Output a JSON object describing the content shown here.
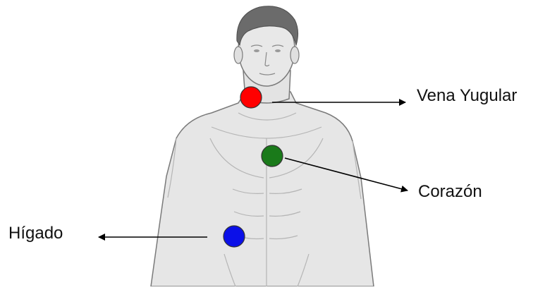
{
  "labels": {
    "jugular": "Vena Yugular",
    "heart": "Corazón",
    "liver": "Hígado"
  },
  "markers": [
    {
      "organ": "jugular",
      "color": "#ff0000"
    },
    {
      "organ": "heart",
      "color": "#1a7a1a"
    },
    {
      "organ": "liver",
      "color": "#0b10e8"
    }
  ],
  "colors": {
    "skin": "#e8e8e8",
    "skin_shadow": "#c9c9c9",
    "outline": "#7a7a7a",
    "hair": "#6b6b6b",
    "arrow": "#000000"
  }
}
